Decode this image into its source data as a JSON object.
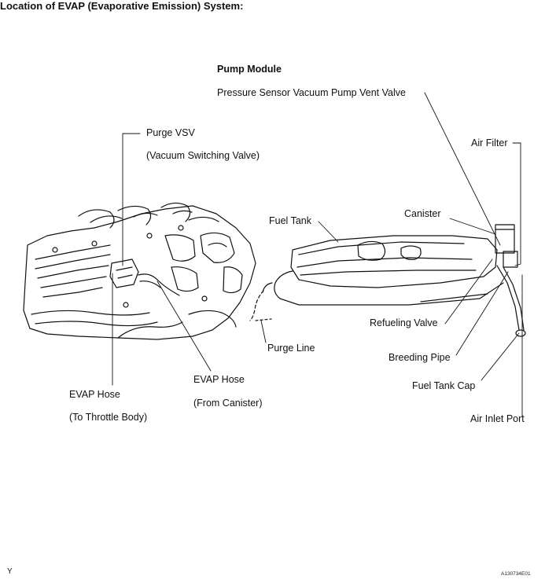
{
  "title": "Location of EVAP (Evaporative Emission) System:",
  "pump_module": {
    "heading": "Pump Module",
    "components": "Pressure Sensor Vacuum Pump Vent Valve"
  },
  "labels": {
    "purge_vsv": "Purge VSV",
    "purge_vsv_sub": "(Vacuum Switching Valve)",
    "evap_hose_throttle": "EVAP Hose",
    "evap_hose_throttle_sub": "(To Throttle Body)",
    "evap_hose_canister": "EVAP Hose",
    "evap_hose_canister_sub": "(From Canister)",
    "fuel_tank": "Fuel Tank",
    "canister": "Canister",
    "air_filter": "Air Filter",
    "purge_line": "Purge Line",
    "refueling_valve": "Refueling Valve",
    "breeding_pipe": "Breeding Pipe",
    "fuel_tank_cap": "Fuel Tank Cap",
    "air_inlet_port": "Air Inlet Port"
  },
  "footer": {
    "left_mark": "Y",
    "figure_id": "A130734E01"
  }
}
